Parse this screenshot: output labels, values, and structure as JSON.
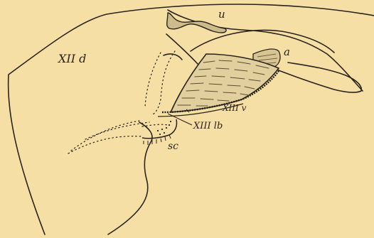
{
  "figure": {
    "background": "#f5dfa5",
    "ink": "#2a231a",
    "labels": {
      "xiid": "XII d",
      "u": "u",
      "a": "a",
      "xiiiv": "XIII v",
      "xiiilb": "XIII lb",
      "sc": "sc"
    }
  }
}
